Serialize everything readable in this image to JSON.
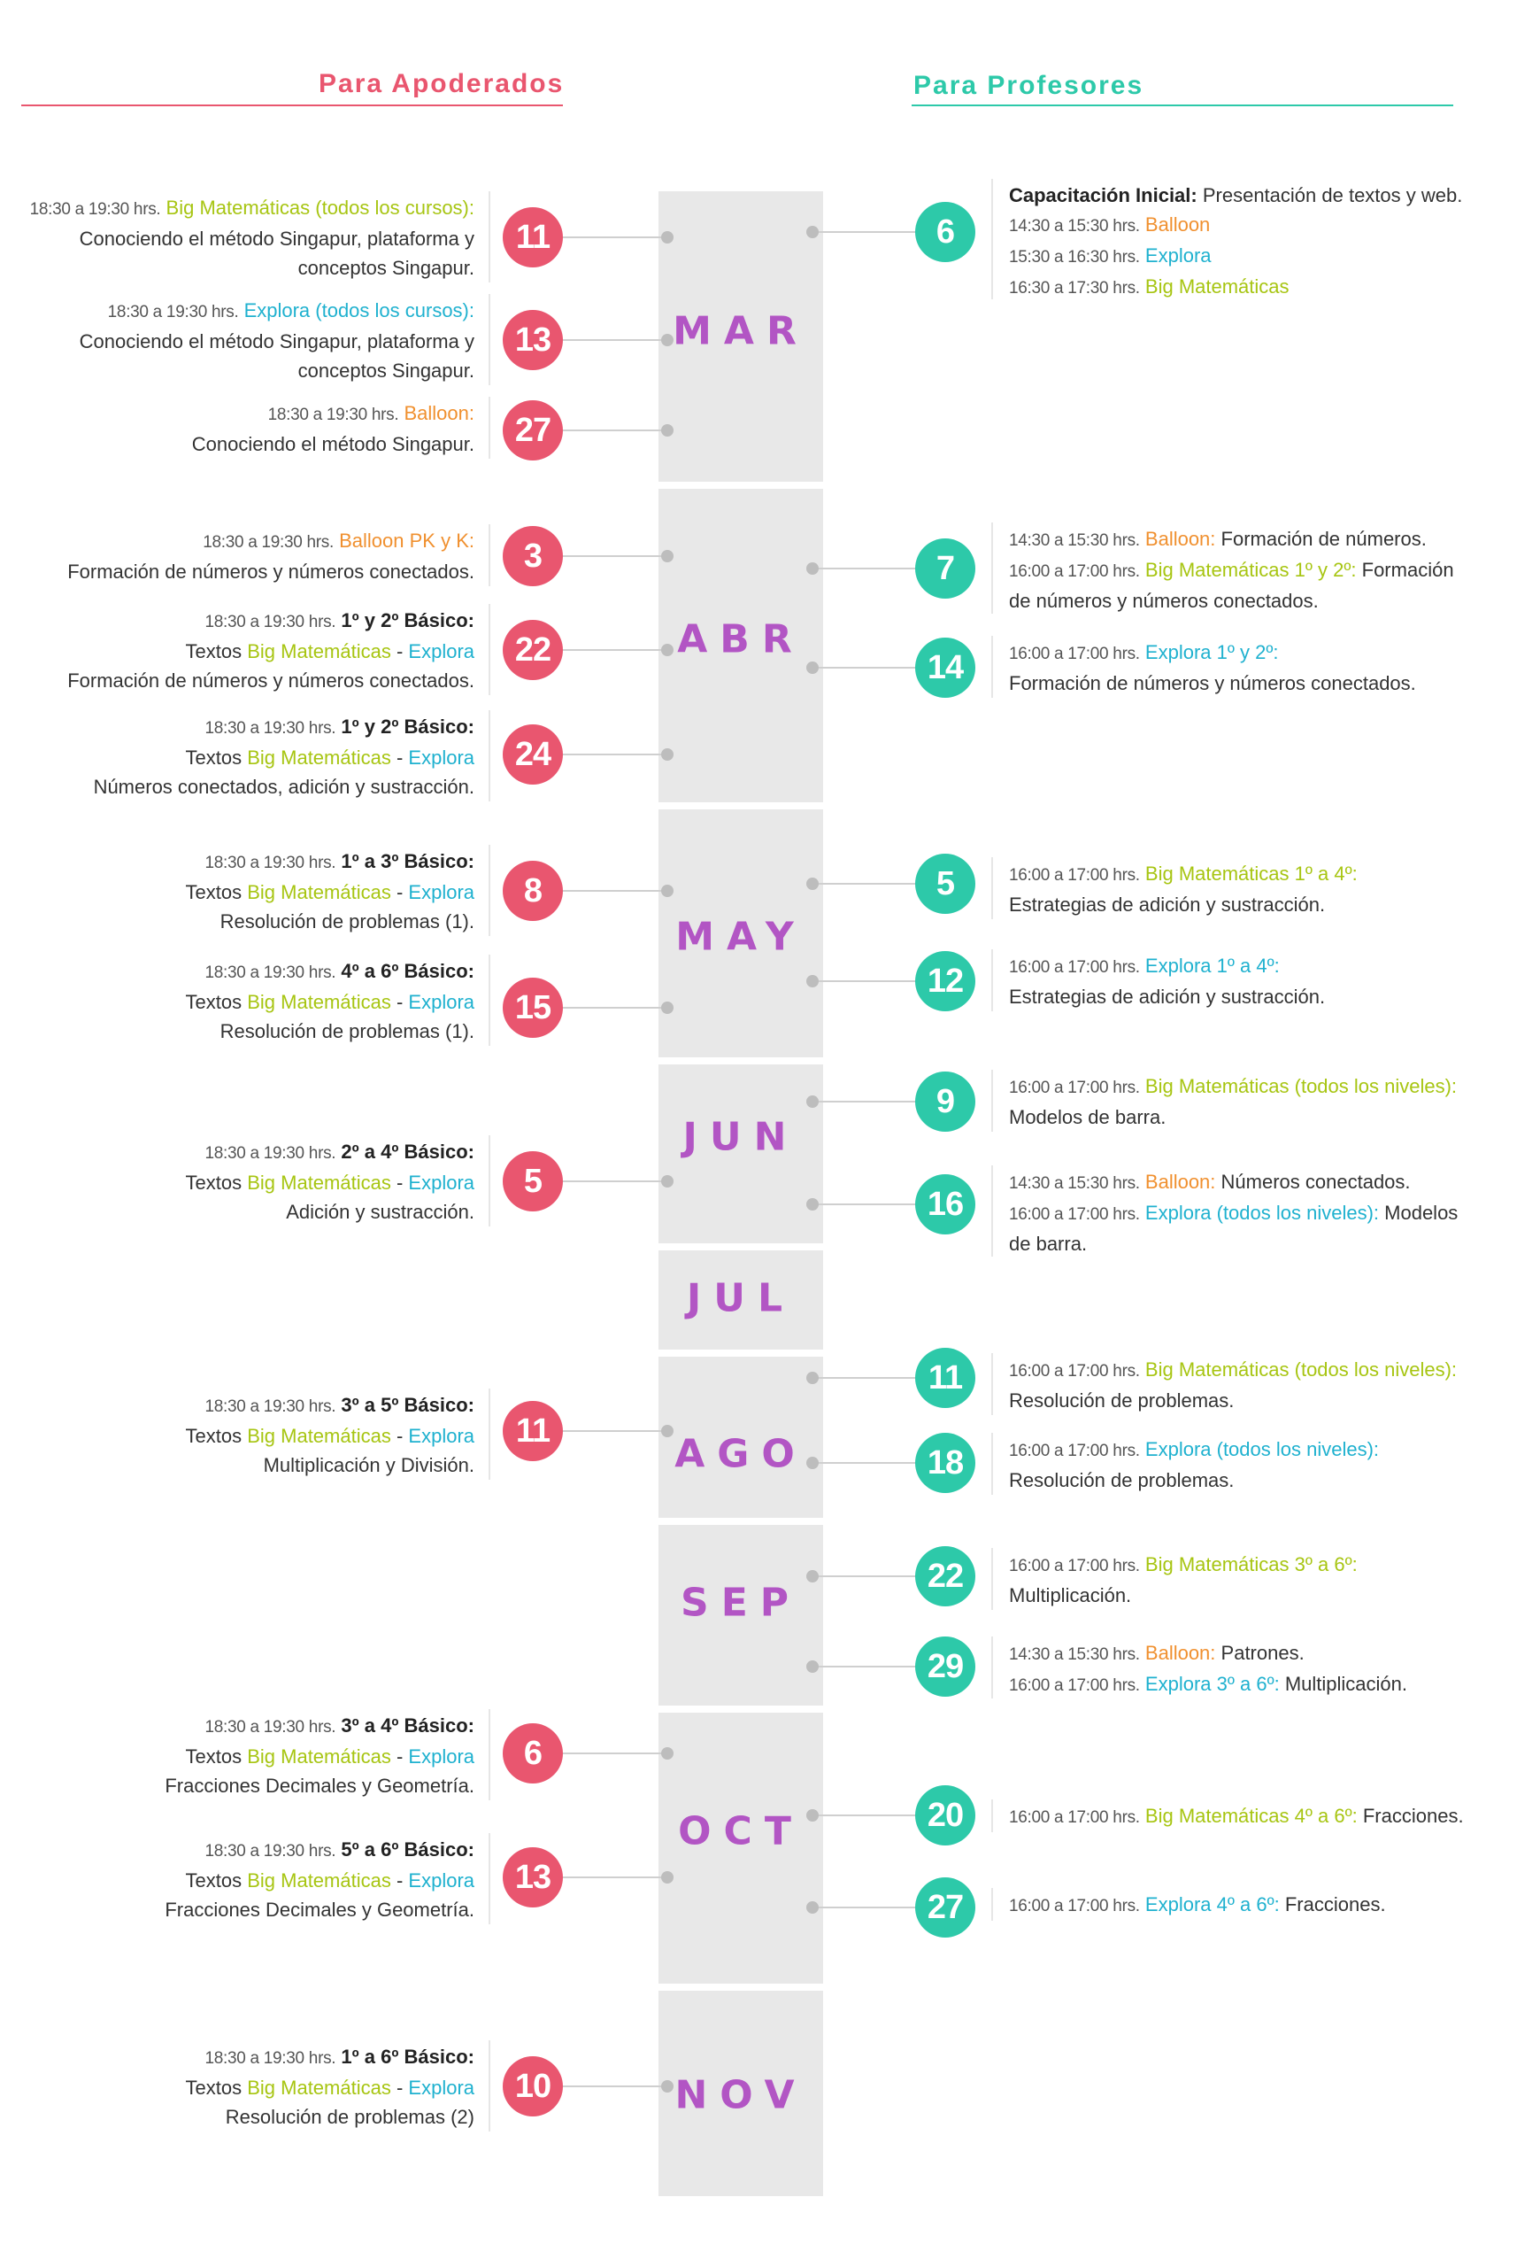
{
  "header": {
    "parents": "Para Apoderados",
    "teachers": "Para Profesores"
  },
  "colors": {
    "pink": "#e9566f",
    "teal": "#2dc9a9",
    "month": "#b255c4",
    "big_matematicas": "#a7c512",
    "explora": "#1fb1cf",
    "balloon": "#f0902f"
  },
  "months": [
    "MAR",
    "ABR",
    "MAY",
    "JUN",
    "JUL",
    "AGO",
    "SEP",
    "OCT",
    "NOV"
  ],
  "parents": [
    {
      "day": "11",
      "lines": [
        [
          {
            "t": "18:30 a 19:30 hrs.",
            "s": "tm"
          },
          {
            "t": " "
          },
          {
            "t": "Big Matemáticas (todos los cursos):",
            "s": "c-big"
          }
        ],
        [
          {
            "t": "Conociendo el método Singapur, plataforma y"
          }
        ],
        [
          {
            "t": "conceptos Singapur."
          }
        ]
      ]
    },
    {
      "day": "13",
      "lines": [
        [
          {
            "t": "18:30 a 19:30 hrs.",
            "s": "tm"
          },
          {
            "t": " "
          },
          {
            "t": "Explora (todos los cursos):",
            "s": "c-exp"
          }
        ],
        [
          {
            "t": "Conociendo el método Singapur, plataforma y"
          }
        ],
        [
          {
            "t": "conceptos Singapur."
          }
        ]
      ]
    },
    {
      "day": "27",
      "lines": [
        [
          {
            "t": "18:30 a 19:30 hrs.",
            "s": "tm"
          },
          {
            "t": " "
          },
          {
            "t": "Balloon:",
            "s": "c-bal"
          }
        ],
        [
          {
            "t": "Conociendo el método Singapur."
          }
        ]
      ]
    },
    {
      "day": "3",
      "lines": [
        [
          {
            "t": "18:30 a 19:30 hrs.",
            "s": "tm"
          },
          {
            "t": " "
          },
          {
            "t": "Balloon PK y K:",
            "s": "c-bal"
          }
        ],
        [
          {
            "t": "Formación de números y números conectados."
          }
        ]
      ]
    },
    {
      "day": "22",
      "lines": [
        [
          {
            "t": "18:30 a 19:30 hrs.",
            "s": "tm"
          },
          {
            "t": " "
          },
          {
            "t": "1º y 2º Básico:",
            "s": "b"
          }
        ],
        [
          {
            "t": "Textos "
          },
          {
            "t": "Big Matemáticas",
            "s": "c-big"
          },
          {
            "t": " - "
          },
          {
            "t": "Explora",
            "s": "c-exp"
          }
        ],
        [
          {
            "t": "Formación de números y números conectados."
          }
        ]
      ]
    },
    {
      "day": "24",
      "lines": [
        [
          {
            "t": "18:30 a 19:30 hrs.",
            "s": "tm"
          },
          {
            "t": " "
          },
          {
            "t": "1º y 2º Básico:",
            "s": "b"
          }
        ],
        [
          {
            "t": "Textos "
          },
          {
            "t": "Big Matemáticas",
            "s": "c-big"
          },
          {
            "t": " - "
          },
          {
            "t": "Explora",
            "s": "c-exp"
          }
        ],
        [
          {
            "t": "Números conectados, adición y sustracción."
          }
        ]
      ]
    },
    {
      "day": "8",
      "lines": [
        [
          {
            "t": "18:30 a 19:30 hrs.",
            "s": "tm"
          },
          {
            "t": "  "
          },
          {
            "t": "1º a 3º Básico:",
            "s": "b"
          }
        ],
        [
          {
            "t": "Textos "
          },
          {
            "t": "Big Matemáticas",
            "s": "c-big"
          },
          {
            "t": " - "
          },
          {
            "t": "Explora",
            "s": "c-exp"
          }
        ],
        [
          {
            "t": "Resolución de problemas (1)."
          }
        ]
      ]
    },
    {
      "day": "15",
      "lines": [
        [
          {
            "t": "18:30 a 19:30 hrs.",
            "s": "tm"
          },
          {
            "t": "  "
          },
          {
            "t": "4º a 6º Básico:",
            "s": "b"
          }
        ],
        [
          {
            "t": "Textos "
          },
          {
            "t": "Big Matemáticas",
            "s": "c-big"
          },
          {
            "t": " - "
          },
          {
            "t": "Explora",
            "s": "c-exp"
          }
        ],
        [
          {
            "t": "Resolución de problemas (1)."
          }
        ]
      ]
    },
    {
      "day": "5",
      "lines": [
        [
          {
            "t": "18:30 a 19:30 hrs.",
            "s": "tm"
          },
          {
            "t": " "
          },
          {
            "t": "2º a 4º Básico:",
            "s": "b"
          }
        ],
        [
          {
            "t": "Textos "
          },
          {
            "t": "Big Matemáticas",
            "s": "c-big"
          },
          {
            "t": " - "
          },
          {
            "t": "Explora",
            "s": "c-exp"
          }
        ],
        [
          {
            "t": "Adición y sustracción."
          }
        ]
      ]
    },
    {
      "day": "11",
      "lines": [
        [
          {
            "t": "18:30 a 19:30 hrs.",
            "s": "tm"
          },
          {
            "t": " "
          },
          {
            "t": "3º a 5º Básico:",
            "s": "b"
          }
        ],
        [
          {
            "t": "Textos "
          },
          {
            "t": "Big Matemáticas",
            "s": "c-big"
          },
          {
            "t": " - "
          },
          {
            "t": "Explora",
            "s": "c-exp"
          }
        ],
        [
          {
            "t": "Multiplicación y División."
          }
        ]
      ]
    },
    {
      "day": "6",
      "lines": [
        [
          {
            "t": "18:30 a 19:30 hrs.",
            "s": "tm"
          },
          {
            "t": " "
          },
          {
            "t": "3º a 4º Básico:",
            "s": "b"
          }
        ],
        [
          {
            "t": "Textos "
          },
          {
            "t": "Big Matemáticas",
            "s": "c-big"
          },
          {
            "t": " - "
          },
          {
            "t": "Explora",
            "s": "c-exp"
          }
        ],
        [
          {
            "t": "Fracciones Decimales y Geometría."
          }
        ]
      ]
    },
    {
      "day": "13",
      "lines": [
        [
          {
            "t": "18:30 a 19:30 hrs.",
            "s": "tm"
          },
          {
            "t": " "
          },
          {
            "t": "5º a 6º Básico:",
            "s": "b"
          }
        ],
        [
          {
            "t": "Textos "
          },
          {
            "t": "Big Matemáticas",
            "s": "c-big"
          },
          {
            "t": " - "
          },
          {
            "t": "Explora",
            "s": "c-exp"
          }
        ],
        [
          {
            "t": "Fracciones Decimales y Geometría."
          }
        ]
      ]
    },
    {
      "day": "10",
      "lines": [
        [
          {
            "t": "18:30 a 19:30 hrs.",
            "s": "tm"
          },
          {
            "t": " "
          },
          {
            "t": "1º a 6º Básico:",
            "s": "b"
          }
        ],
        [
          {
            "t": "Textos "
          },
          {
            "t": "Big Matemáticas",
            "s": "c-big"
          },
          {
            "t": " - "
          },
          {
            "t": "Explora",
            "s": "c-exp"
          }
        ],
        [
          {
            "t": "Resolución de problemas (2)"
          }
        ]
      ]
    }
  ],
  "teachers": [
    {
      "day": "6",
      "lines": [
        [
          {
            "t": "Capacitación Inicial:",
            "s": "b"
          },
          {
            "t": " Presentación de textos y web."
          }
        ],
        [
          {
            "t": "14:30 a 15:30 hrs.",
            "s": "tm"
          },
          {
            "t": " "
          },
          {
            "t": "Balloon",
            "s": "c-bal"
          }
        ],
        [
          {
            "t": "15:30 a 16:30 hrs.",
            "s": "tm"
          },
          {
            "t": " "
          },
          {
            "t": "Explora",
            "s": "c-exp"
          }
        ],
        [
          {
            "t": "16:30 a 17:30 hrs.",
            "s": "tm"
          },
          {
            "t": " "
          },
          {
            "t": "Big Matemáticas",
            "s": "c-big"
          }
        ]
      ]
    },
    {
      "day": "7",
      "lines": [
        [
          {
            "t": "14:30 a 15:30 hrs.",
            "s": "tm"
          },
          {
            "t": "  "
          },
          {
            "t": "Balloon:",
            "s": "c-bal"
          },
          {
            "t": " Formación de números."
          }
        ],
        [
          {
            "t": "16:00 a 17:00 hrs.",
            "s": "tm"
          },
          {
            "t": " "
          },
          {
            "t": "Big Matemáticas 1º y 2º:",
            "s": "c-big"
          },
          {
            "t": " Formación"
          }
        ],
        [
          {
            "t": "de números y números conectados."
          }
        ]
      ]
    },
    {
      "day": "14",
      "lines": [
        [
          {
            "t": "16:00 a 17:00 hrs.",
            "s": "tm"
          },
          {
            "t": "  "
          },
          {
            "t": "Explora 1º y 2º:",
            "s": "c-exp"
          }
        ],
        [
          {
            "t": "Formación de números y números conectados."
          }
        ]
      ]
    },
    {
      "day": "5",
      "lines": [
        [
          {
            "t": "16:00 a 17:00 hrs.",
            "s": "tm"
          },
          {
            "t": " "
          },
          {
            "t": "Big Matemáticas 1º a 4º:",
            "s": "c-big"
          }
        ],
        [
          {
            "t": "Estrategias de adición y sustracción."
          }
        ]
      ]
    },
    {
      "day": "12",
      "lines": [
        [
          {
            "t": "16:00 a 17:00 hrs.",
            "s": "tm"
          },
          {
            "t": "  "
          },
          {
            "t": "Explora 1º a 4º:",
            "s": "c-exp"
          }
        ],
        [
          {
            "t": "Estrategias de adición y sustracción."
          }
        ]
      ]
    },
    {
      "day": "9",
      "lines": [
        [
          {
            "t": "16:00 a 17:00 hrs.",
            "s": "tm"
          },
          {
            "t": " "
          },
          {
            "t": "Big Matemáticas (todos los niveles):",
            "s": "c-big"
          }
        ],
        [
          {
            "t": "Modelos de barra."
          }
        ]
      ]
    },
    {
      "day": "16",
      "lines": [
        [
          {
            "t": "14:30 a 15:30 hrs.",
            "s": "tm"
          },
          {
            "t": " "
          },
          {
            "t": "Balloon:",
            "s": "c-bal"
          },
          {
            "t": " Números conectados."
          }
        ],
        [
          {
            "t": "16:00 a 17:00 hrs.",
            "s": "tm"
          },
          {
            "t": " "
          },
          {
            "t": "Explora (todos los niveles):",
            "s": "c-exp"
          },
          {
            "t": " Modelos"
          }
        ],
        [
          {
            "t": "de barra."
          }
        ]
      ]
    },
    {
      "day": "11",
      "lines": [
        [
          {
            "t": "16:00 a 17:00 hrs.",
            "s": "tm"
          },
          {
            "t": " "
          },
          {
            "t": "Big Matemáticas (todos los niveles):",
            "s": "c-big"
          }
        ],
        [
          {
            "t": "Resolución de problemas."
          }
        ]
      ]
    },
    {
      "day": "18",
      "lines": [
        [
          {
            "t": "16:00 a 17:00 hrs.",
            "s": "tm"
          },
          {
            "t": " "
          },
          {
            "t": "Explora (todos los niveles):",
            "s": "c-exp"
          }
        ],
        [
          {
            "t": "Resolución de problemas."
          }
        ]
      ]
    },
    {
      "day": "22",
      "lines": [
        [
          {
            "t": "16:00 a 17:00 hrs.",
            "s": "tm"
          },
          {
            "t": " "
          },
          {
            "t": "Big Matemáticas 3º a 6º:",
            "s": "c-big"
          }
        ],
        [
          {
            "t": "Multiplicación."
          }
        ]
      ]
    },
    {
      "day": "29",
      "lines": [
        [
          {
            "t": "14:30 a 15:30 hrs.",
            "s": "tm"
          },
          {
            "t": " "
          },
          {
            "t": "Balloon:",
            "s": "c-bal"
          },
          {
            "t": " Patrones."
          }
        ],
        [
          {
            "t": "16:00 a 17:00 hrs.",
            "s": "tm"
          },
          {
            "t": " "
          },
          {
            "t": "Explora 3º a 6º:",
            "s": "c-exp"
          },
          {
            "t": " Multiplicación."
          }
        ]
      ]
    },
    {
      "day": "20",
      "lines": [
        [
          {
            "t": "16:00 a 17:00 hrs.",
            "s": "tm"
          },
          {
            "t": " "
          },
          {
            "t": "Big Matemáticas 4º a 6º:",
            "s": "c-big"
          },
          {
            "t": " Fracciones."
          }
        ]
      ]
    },
    {
      "day": "27",
      "lines": [
        [
          {
            "t": "16:00 a 17:00 hrs.",
            "s": "tm"
          },
          {
            "t": " "
          },
          {
            "t": "Explora 4º a 6º:",
            "s": "c-exp"
          },
          {
            "t": " Fracciones."
          }
        ]
      ]
    }
  ]
}
